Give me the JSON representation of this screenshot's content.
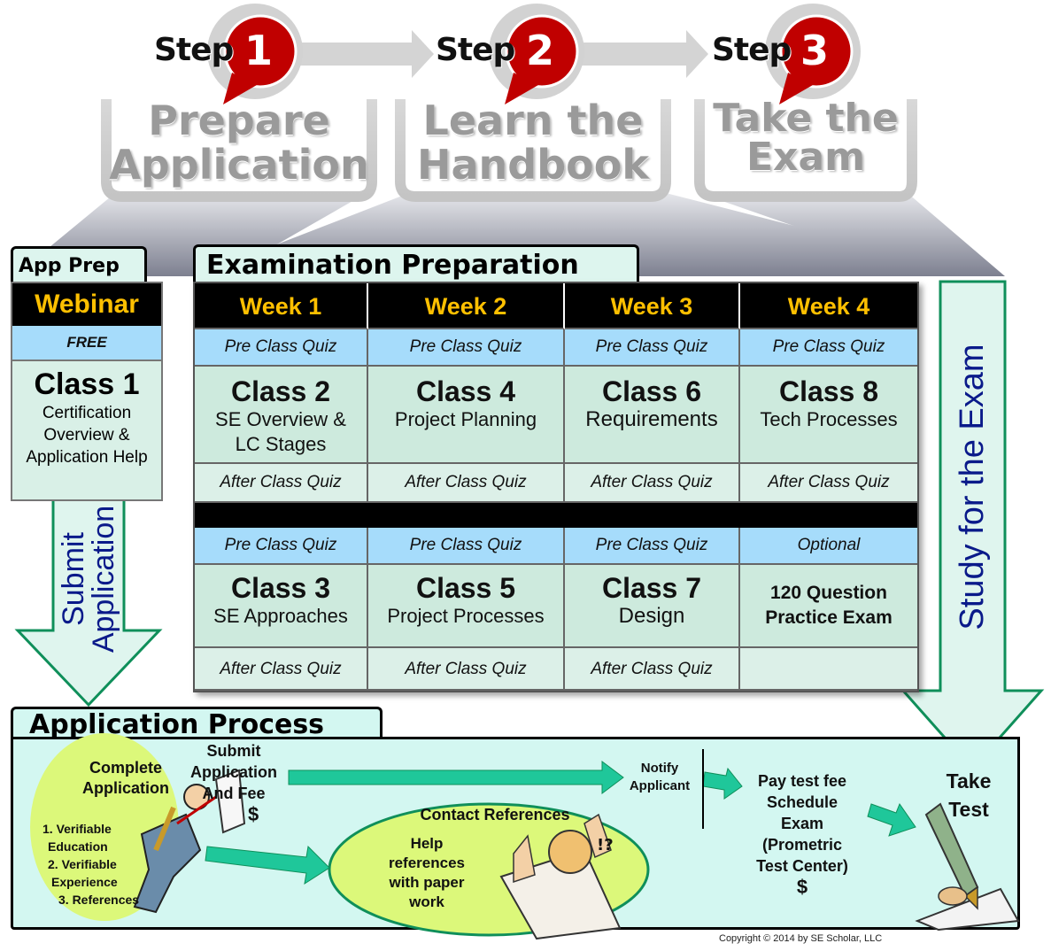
{
  "steps": [
    {
      "word": "Step",
      "num": "1",
      "line1": "Prepare",
      "line2": "Application"
    },
    {
      "word": "Step",
      "num": "2",
      "line1": "Learn the",
      "line2": "Handbook"
    },
    {
      "word": "Step",
      "num": "3",
      "line1": "Take the",
      "line2": "Exam"
    }
  ],
  "app_prep": {
    "tab": "App Prep",
    "webinar": "Webinar",
    "free": "FREE",
    "class_title": "Class 1",
    "class_desc": [
      "Certification",
      "Overview &",
      "Application Help"
    ]
  },
  "exam_prep": {
    "tab": "Examination Preparation",
    "weeks": [
      "Week 1",
      "Week 2",
      "Week 3",
      "Week 4"
    ],
    "pre_quiz": "Pre Class Quiz",
    "after_quiz": "After Class Quiz",
    "optional": "Optional",
    "row1": [
      {
        "title": "Class 2",
        "desc": [
          "SE Overview &",
          "LC Stages"
        ]
      },
      {
        "title": "Class 4",
        "desc": [
          "Project Planning"
        ]
      },
      {
        "title": "Class 6",
        "desc": [
          "Requirements"
        ]
      },
      {
        "title": "Class 8",
        "desc": [
          "Tech Processes"
        ]
      }
    ],
    "row2": [
      {
        "title": "Class 3",
        "desc": [
          "SE Approaches"
        ]
      },
      {
        "title": "Class 5",
        "desc": [
          "Project Processes"
        ]
      },
      {
        "title": "Class 7",
        "desc": [
          "Design"
        ]
      }
    ],
    "practice": [
      "120 Question",
      "Practice Exam"
    ]
  },
  "arrows": {
    "submit": [
      "Submit",
      "Application"
    ],
    "study": "Study for the Exam"
  },
  "process": {
    "tab": "Application Process",
    "complete": [
      "Complete",
      "Application"
    ],
    "list": [
      "1. Verifiable",
      "Education",
      "2. Verifiable",
      "Experience",
      "3. References"
    ],
    "submit_fee": [
      "Submit",
      "Application",
      "And Fee",
      "$"
    ],
    "notify": [
      "Notify",
      "Applicant"
    ],
    "contact": "Contact References",
    "help": [
      "Help",
      "references",
      "with paper",
      "work"
    ],
    "pay": [
      "Pay test fee",
      "Schedule",
      "Exam",
      "(Prometric",
      "Test Center)",
      "$"
    ],
    "take": [
      "Take",
      "Test"
    ]
  },
  "copyright": "Copyright © 2014 by SE Scholar, LLC",
  "colors": {
    "accent_red": "#c00000",
    "week_yellow": "#ffc000",
    "quiz_blue": "#a6dcfb",
    "arrow_teal": "#1fc79a",
    "ellipse_green": "#dcf87a",
    "navy_text": "#0a1a8a"
  }
}
